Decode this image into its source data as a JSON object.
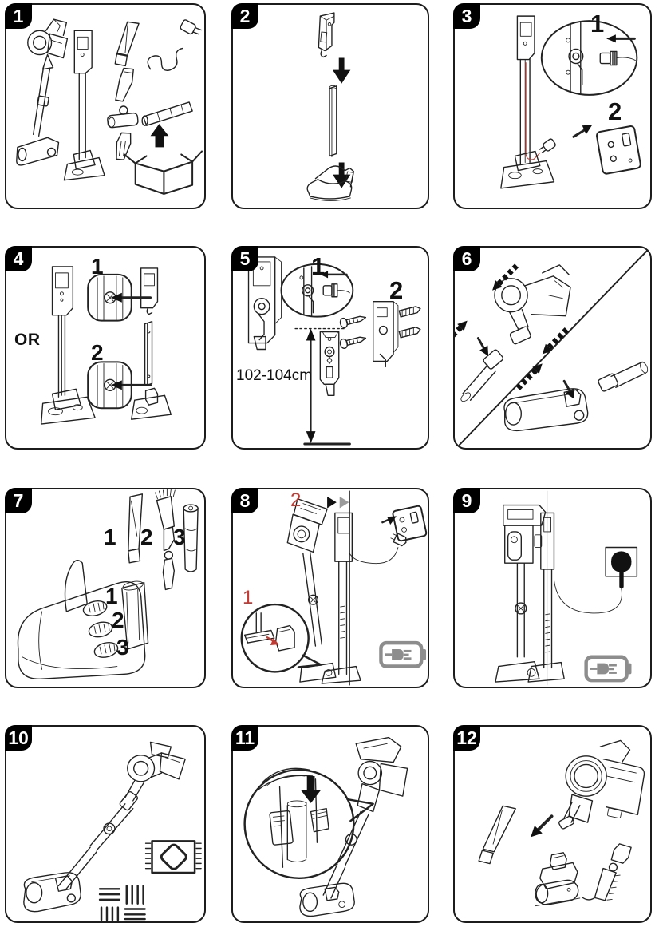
{
  "page": {
    "background": "#ffffff",
    "line_color": "#222222",
    "accent_red": "#c23b32",
    "icon_gray": "#8d8d8d",
    "badge_bg": "#000000",
    "badge_fg": "#ffffff"
  },
  "icons": {
    "unboxing": "open-box-with-up-arrow",
    "down_arrow": "solid-down-arrow",
    "battery_charging": "battery-with-plug",
    "wall_socket": "uk-wall-socket",
    "power_plug": "mains-plug",
    "rug": "rug-with-diamond",
    "hard_floor": "floorboard-hatching",
    "play_triangles": "double-right-triangles",
    "hatched_arrow": "striped-tail-arrow"
  },
  "panels": [
    {
      "badge": "1"
    },
    {
      "badge": "2"
    },
    {
      "badge": "3",
      "step1": "1",
      "step2": "2"
    },
    {
      "badge": "4",
      "or_label": "OR",
      "step1": "1",
      "step2": "2"
    },
    {
      "badge": "5",
      "step1": "1",
      "step2": "2",
      "height_label": "102-104cm"
    },
    {
      "badge": "6"
    },
    {
      "badge": "7",
      "tool1": "1",
      "tool2": "2",
      "tool3": "3",
      "slot1": "1",
      "slot2": "2",
      "slot3": "3"
    },
    {
      "badge": "8",
      "step1": "1",
      "step2": "2"
    },
    {
      "badge": "9"
    },
    {
      "badge": "10"
    },
    {
      "badge": "11"
    },
    {
      "badge": "12"
    }
  ]
}
